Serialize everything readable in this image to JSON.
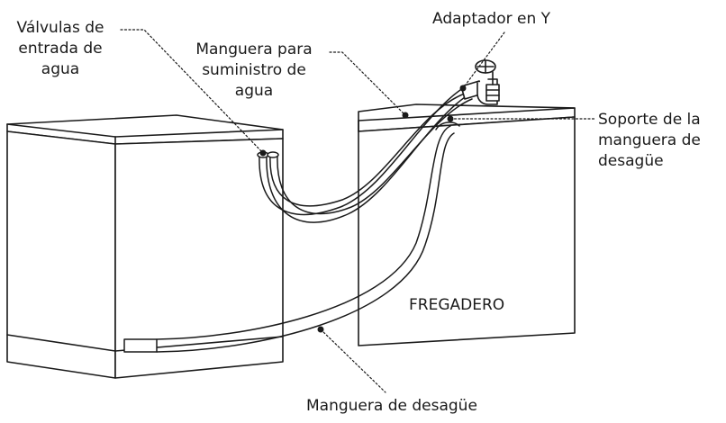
{
  "labels": {
    "inlet_valves": [
      "Válvulas de",
      "entrada de",
      "agua"
    ],
    "supply_hose": [
      "Manguera para",
      "suministro de",
      "agua"
    ],
    "y_adapter": "Adaptador en Y",
    "drain_hose_support": [
      "Soporte de la",
      "manguera de",
      "desagüe"
    ],
    "sink": "FREGADERO",
    "drain_hose": "Manguera de desagüe"
  },
  "colors": {
    "stroke": "#1a1a1a",
    "background": "#ffffff"
  }
}
